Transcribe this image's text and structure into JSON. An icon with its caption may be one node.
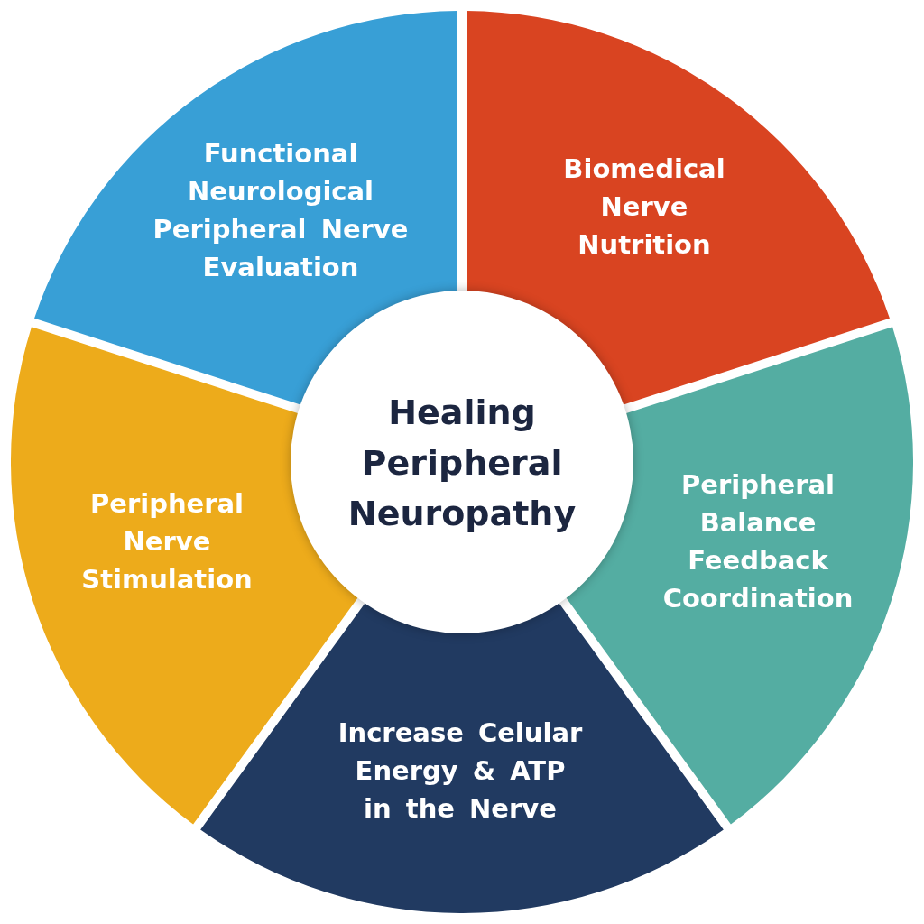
{
  "diagram": {
    "nodes": [
      {
        "text": [
          "Functional Neurological Peripheral Nerve Evaluation"
        ]
      },
      {
        "text": [
          "Biomedical Nerve Nutrition"
        ]
      },
      {
        "text": [
          "Healing Peripheral Neuropathy"
        ]
      },
      {
        "text": [
          "Peripheral Nerve Stimulation"
        ]
      },
      {
        "text": [
          "Peripheral Balance Feedback Coordination"
        ]
      },
      {
        "text": [
          "Increase Celular Energy & ATP in the Nerve"
        ]
      }
    ]
  }
}
